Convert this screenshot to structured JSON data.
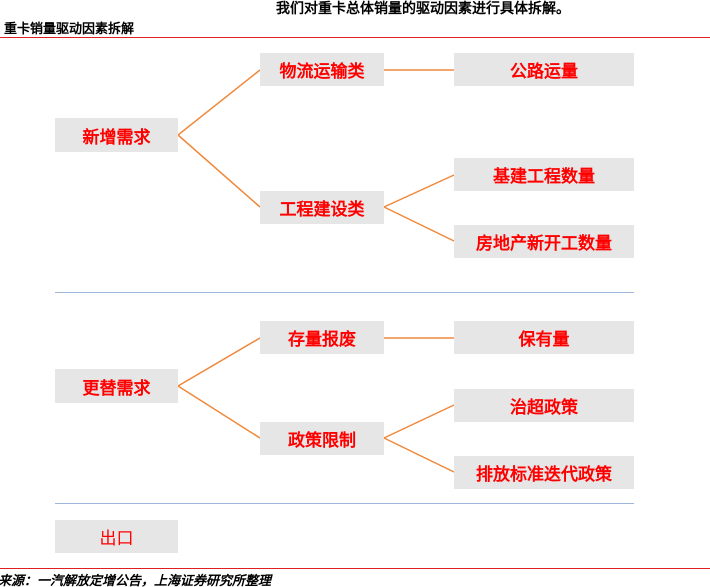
{
  "intro_text": "我们对重卡总体销量的驱动因素进行具体拆解。",
  "figure_title": "重卡销量驱动因素拆解",
  "source": "来源：一汽解放定增公告，上海证券研究所整理",
  "colors": {
    "node_text": "#ff0000",
    "node_bg": "#e6e6e6",
    "connector": "#f0883a",
    "divider": "#9fb6dc",
    "rule": "#e02020"
  },
  "groups": [
    {
      "label": "新增需求",
      "children": [
        {
          "label": "物流运输类",
          "children": [
            "公路运量"
          ]
        },
        {
          "label": "工程建设类",
          "children": [
            "基建工程数量",
            "房地产新开工数量"
          ]
        }
      ]
    },
    {
      "label": "更替需求",
      "children": [
        {
          "label": "存量报废",
          "children": [
            "保有量"
          ]
        },
        {
          "label": "政策限制",
          "children": [
            "治超政策",
            "排放标准迭代政策"
          ]
        }
      ]
    },
    {
      "label": "出口",
      "children": []
    }
  ]
}
